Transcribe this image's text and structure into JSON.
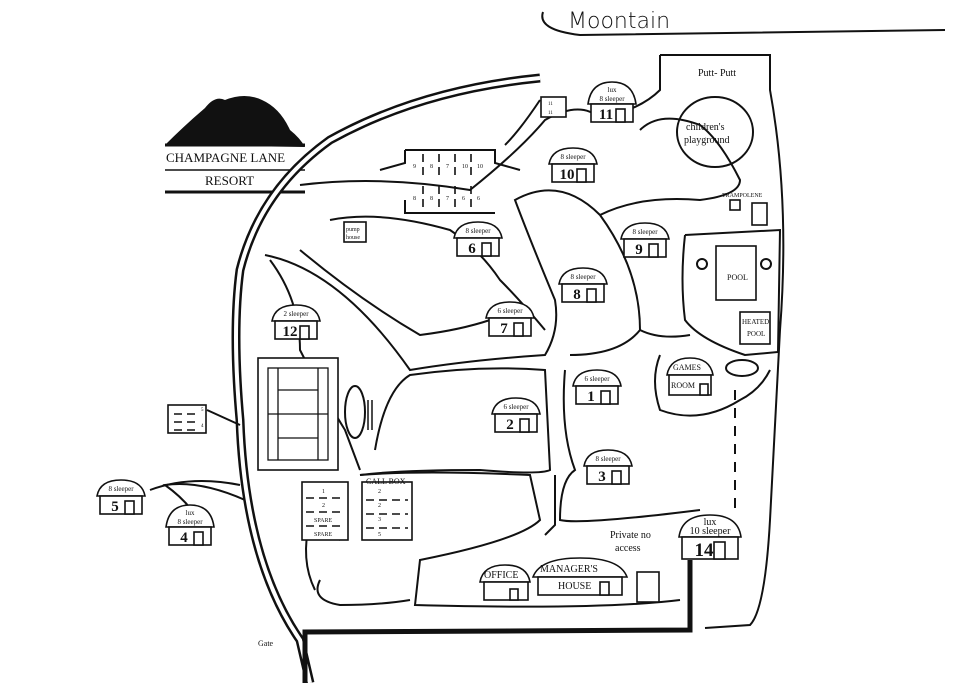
{
  "title": "Champagne Lane Resort",
  "logo": {
    "line1": "CHAMPAGNE LANE",
    "line2": "RESORT"
  },
  "labels": {
    "mountain": "Moontain",
    "putt_putt": "Putt- Putt",
    "playground_1": "children's",
    "playground_2": "playground",
    "trampoline": "TRAMPOLENE",
    "pool": "POOL",
    "heated_pool_1": "HEATED",
    "heated_pool_2": "POOL",
    "games_1": "GAMES",
    "games_2": "ROOM",
    "pump_1": "pump",
    "pump_2": "house",
    "call_box": "CALL BOX",
    "private_1": "Private no",
    "private_2": "access",
    "office": "OFFICE",
    "manager_1": "MANAGER'S",
    "manager_2": "HOUSE",
    "gate": "Gate",
    "spare": "SPARE"
  },
  "cabins": [
    {
      "number": "11",
      "label": "lux",
      "label2": "8 sleeper"
    },
    {
      "number": "10",
      "label": "8 sleeper"
    },
    {
      "number": "9",
      "label": "8 sleeper"
    },
    {
      "number": "6",
      "label": "8 sleeper"
    },
    {
      "number": "8",
      "label": "8 sleeper"
    },
    {
      "number": "7",
      "label": "6 sleeper"
    },
    {
      "number": "12",
      "label": "2 sleeper"
    },
    {
      "number": "1",
      "label": "6 sleeper"
    },
    {
      "number": "2",
      "label": "6 sleeper"
    },
    {
      "number": "3",
      "label": "8 sleeper"
    },
    {
      "number": "5",
      "label": "8 sleeper"
    },
    {
      "number": "4",
      "label": "lux",
      "label2": "8 sleeper"
    },
    {
      "number": "14",
      "label": "lux",
      "label2": "10 sleeper"
    }
  ],
  "parking": {
    "top_row": [
      "9",
      "8",
      "7",
      "10",
      "10"
    ],
    "bottom_row": [
      "8",
      "8",
      "7",
      "6",
      "6"
    ],
    "small_top": [
      "11",
      "11"
    ],
    "left_lot": [
      "1",
      "2",
      "SPARE",
      "SPARE"
    ],
    "right_lot": [
      "2",
      "2",
      "3",
      "5"
    ],
    "west_lot": [
      "5",
      "4"
    ]
  }
}
